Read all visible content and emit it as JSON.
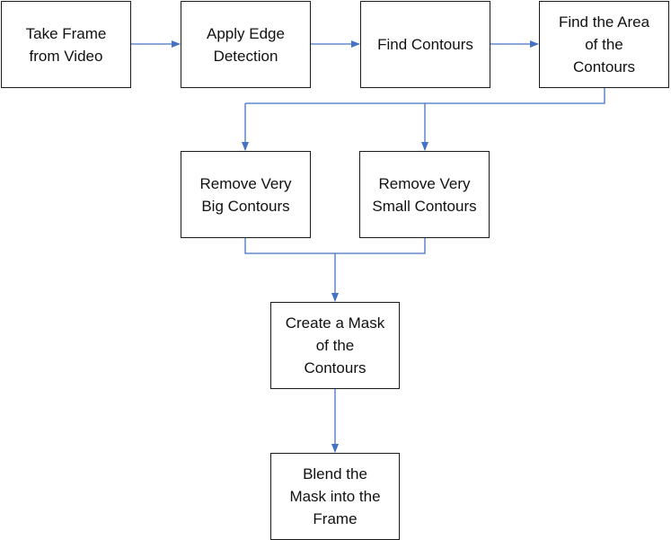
{
  "diagram": {
    "connector_color": "#4472C4",
    "border_color": "#1a1a1a",
    "steps": {
      "take_frame": "Take Frame\nfrom Video",
      "edge_detection": "Apply Edge\nDetection",
      "find_contours": "Find Contours",
      "find_area": "Find the Area\nof the\nContours",
      "remove_big": "Remove Very\nBig Contours",
      "remove_small": "Remove Very\nSmall Contours",
      "create_mask": "Create a Mask\nof the\nContours",
      "blend_mask": "Blend the\nMask into the\nFrame"
    }
  }
}
